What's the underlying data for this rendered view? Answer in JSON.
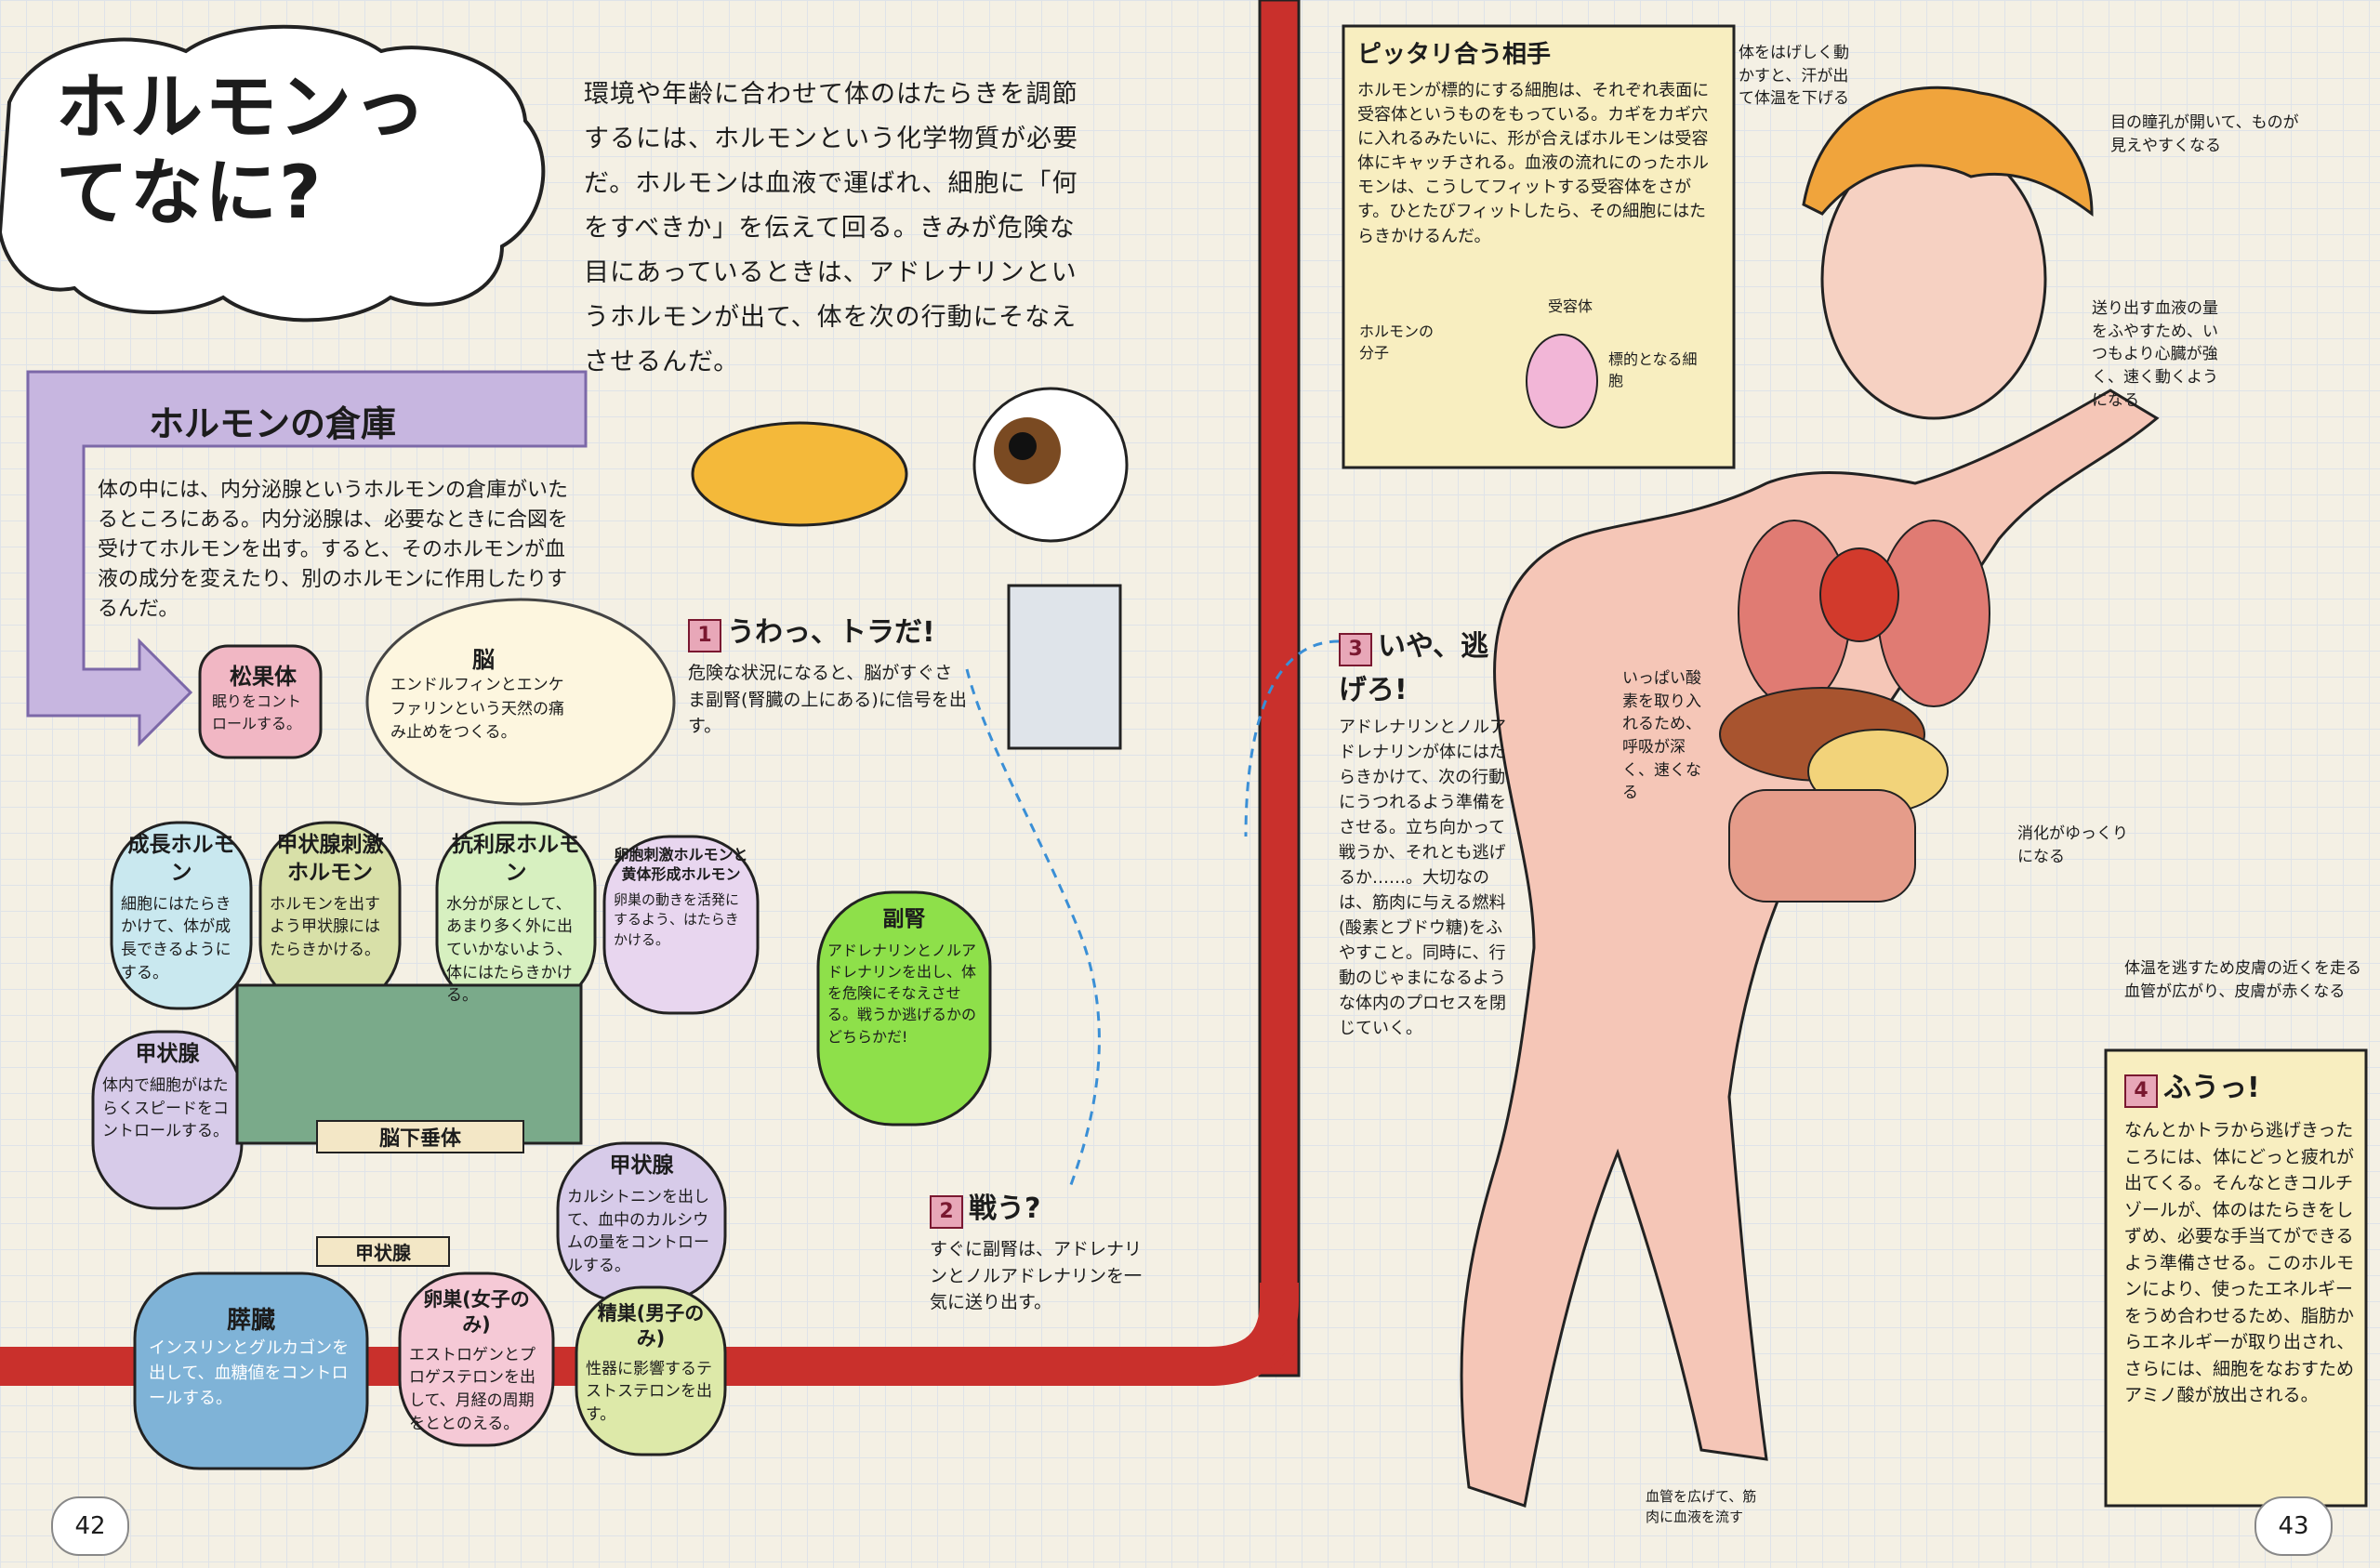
{
  "page_title": "ホルモンってなに?",
  "intro": "環境や年齢に合わせて体のはたらきを調節するには、ホルモンという化学物質が必要だ。ホルモンは血液で運ばれ、細胞に「何をすべきか」を伝えて回る。きみが危険な目にあっているときは、アドレナリンというホルモンが出て、体を次の行動にそなえさせるんだ。",
  "warehouse": {
    "title": "ホルモンの倉庫",
    "body": "体の中には、内分泌腺というホルモンの倉庫がいたるところにある。内分泌腺は、必要なときに合図を受けてホルモンを出す。すると、そのホルモンが血液の成分を変えたり、別のホルモンに作用したりするんだ。"
  },
  "glands": [
    {
      "title": "松果体",
      "desc": "眠りをコントロールする。"
    },
    {
      "title": "脳",
      "desc": "エンドルフィンとエンケファリンという天然の痛み止めをつくる。"
    },
    {
      "title": "成長ホルモン",
      "desc": "細胞にはたらきかけて、体が成長できるようにする。"
    },
    {
      "title": "甲状腺刺激ホルモン",
      "desc": "ホルモンを出すよう甲状腺にはたらきかける。"
    },
    {
      "title": "抗利尿ホルモン",
      "desc": "水分が尿として、あまり多く外に出ていかないよう、体にはたらきかける。"
    },
    {
      "title": "卵胞刺激ホルモンと黄体形成ホルモン",
      "desc": "卵巣の動きを活発にするよう、はたらきかける。"
    },
    {
      "title": "副腎",
      "desc": "アドレナリンとノルアドレナリンを出し、体を危険にそなえさせる。戦うか逃げるかのどちらかだ!"
    },
    {
      "title": "甲状腺",
      "desc": "体内で細胞がはたらくスピードをコントロールする。"
    },
    {
      "title": "脳下垂体",
      "desc": ""
    },
    {
      "title": "甲状腺",
      "desc": "カルシトニンを出して、血中のカルシウムの量をコントロールする。"
    },
    {
      "title": "甲状腺",
      "desc": ""
    },
    {
      "title": "膵臓",
      "desc": "インスリンとグルカゴンを出して、血糖値をコントロールする。"
    },
    {
      "title": "卵巣(女子のみ)",
      "desc": "エストロゲンとプロゲステロンを出して、月経の周期をととのえる。"
    },
    {
      "title": "精巣(男子のみ)",
      "desc": "性器に影響するテストステロンを出す。"
    }
  ],
  "steps": [
    {
      "num": "1",
      "title": "うわっ、トラだ!",
      "desc": "危険な状況になると、脳がすぐさま副腎(腎臓の上にある)に信号を出す。"
    },
    {
      "num": "2",
      "title": "戦う?",
      "desc": "すぐに副腎は、アドレナリンとノルアドレナリンを一気に送り出す。"
    },
    {
      "num": "3",
      "title": "いや、逃げろ!",
      "desc": "アドレナリンとノルアドレナリンが体にはたらきかけて、次の行動にうつれるよう準備をさせる。立ち向かって戦うか、それとも逃げるか……。大切なのは、筋肉に与える燃料(酸素とブドウ糖)をふやすこと。同時に、行動のじゃまになるような体内のプロセスを閉じていく。"
    },
    {
      "num": "4",
      "title": "ふうっ!",
      "desc": "なんとかトラから逃げきったころには、体にどっと疲れが出てくる。そんなときコルチゾールが、体のはたらきをしずめ、必要な手当てができるよう準備させる。このホルモンにより、使ったエネルギーをうめ合わせるため、脂肪からエネルギーが取り出され、さらには、細胞をなおすためアミノ酸が放出される。"
    }
  ],
  "match": {
    "title": "ピッタリ合う相手",
    "body": "ホルモンが標的にする細胞は、それぞれ表面に受容体というものをもっている。カギをカギ穴に入れるみたいに、形が合えばホルモンは受容体にキャッチされる。血液の流れにのったホルモンは、こうしてフィットする受容体をさがす。ひとたびフィットしたら、その細胞にはたらきかけるんだ。",
    "label_hormone": "ホルモンの分子",
    "label_receptor": "受容体",
    "label_cell": "標的となる細胞"
  },
  "body_notes": [
    "体をはげしく動かすと、汗が出て体温を下げる",
    "目の瞳孔が開いて、ものが見えやすくなる",
    "送り出す血液の量をふやすため、いつもより心臓が強く、速く動くようになる",
    "いっぱい酸素を取り入れるため、呼吸が深く、速くなる",
    "消化がゆっくりになる",
    "体温を逃すため皮膚の近くを走る血管が広がり、皮膚が赤くなる",
    "血管を広げて、筋肉に血液を流す"
  ],
  "page_left": "42",
  "page_right": "43",
  "colors": {
    "pipe": "#c9302c",
    "green_gland": "#8ee04a",
    "banner": "#c7b6e0"
  }
}
